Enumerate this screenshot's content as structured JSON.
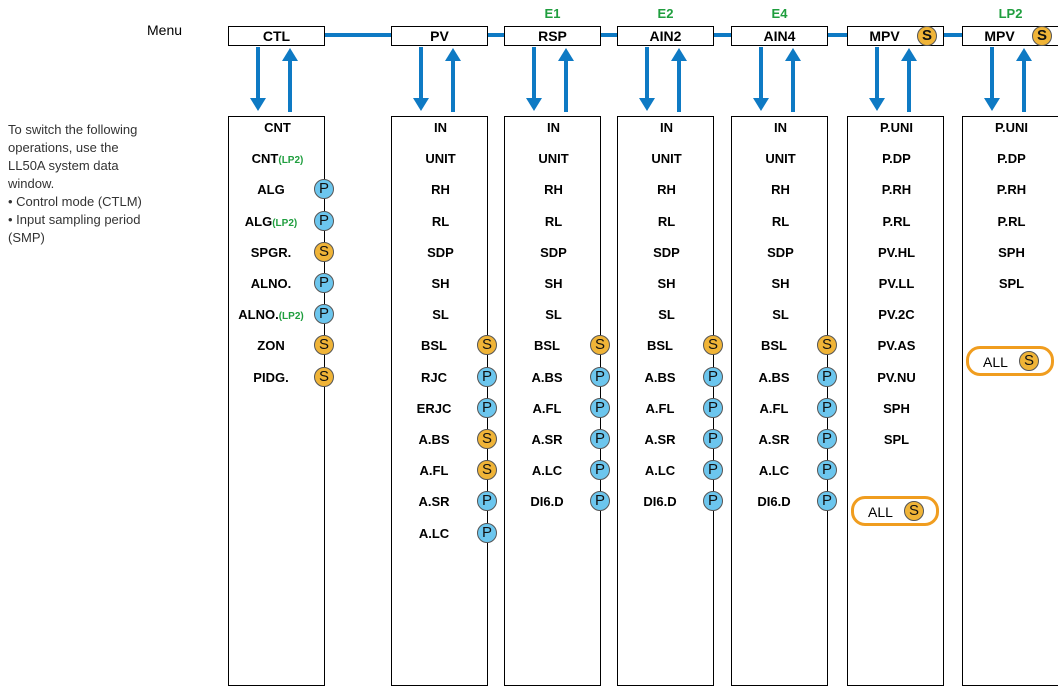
{
  "menu_label": "Menu",
  "note": {
    "lines": [
      "To switch the following",
      "operations, use the",
      "LL50A system data",
      "window.",
      "• Control mode (CTLM)",
      "• Input sampling period",
      "(SMP)"
    ]
  },
  "colors": {
    "accent": "#0e7ac4",
    "group": "#1f9e3e",
    "badge_p": "#6cc6ee",
    "badge_s": "#f0b437",
    "all_border": "#f09d1f"
  },
  "columns": [
    {
      "menu": "CTL",
      "group": "",
      "menu_badge": "",
      "items": [
        {
          "label": "CNT",
          "sub": "",
          "badge": ""
        },
        {
          "label": "CNT",
          "sub": "(LP2)",
          "badge": ""
        },
        {
          "label": "ALG",
          "sub": "",
          "badge": "P"
        },
        {
          "label": "ALG",
          "sub": "(LP2)",
          "badge": "P"
        },
        {
          "label": "SPGR.",
          "sub": "",
          "badge": "S"
        },
        {
          "label": "ALNO.",
          "sub": "",
          "badge": "P"
        },
        {
          "label": "ALNO.",
          "sub": "(LP2)",
          "badge": "P"
        },
        {
          "label": "ZON",
          "sub": "",
          "badge": "S"
        },
        {
          "label": "PIDG.",
          "sub": "",
          "badge": "S"
        }
      ],
      "all": ""
    },
    {
      "menu": "PV",
      "group": "",
      "menu_badge": "",
      "items": [
        {
          "label": "IN",
          "sub": "",
          "badge": ""
        },
        {
          "label": "UNIT",
          "sub": "",
          "badge": ""
        },
        {
          "label": "RH",
          "sub": "",
          "badge": ""
        },
        {
          "label": "RL",
          "sub": "",
          "badge": ""
        },
        {
          "label": "SDP",
          "sub": "",
          "badge": ""
        },
        {
          "label": "SH",
          "sub": "",
          "badge": ""
        },
        {
          "label": "SL",
          "sub": "",
          "badge": ""
        },
        {
          "label": "BSL",
          "sub": "",
          "badge": "S"
        },
        {
          "label": "RJC",
          "sub": "",
          "badge": "P"
        },
        {
          "label": "ERJC",
          "sub": "",
          "badge": "P"
        },
        {
          "label": "A.BS",
          "sub": "",
          "badge": "S"
        },
        {
          "label": "A.FL",
          "sub": "",
          "badge": "S"
        },
        {
          "label": "A.SR",
          "sub": "",
          "badge": "P"
        },
        {
          "label": "A.LC",
          "sub": "",
          "badge": "P"
        }
      ],
      "all": ""
    },
    {
      "menu": "RSP",
      "group": "E1",
      "menu_badge": "",
      "items": [
        {
          "label": "IN",
          "sub": "",
          "badge": ""
        },
        {
          "label": "UNIT",
          "sub": "",
          "badge": ""
        },
        {
          "label": "RH",
          "sub": "",
          "badge": ""
        },
        {
          "label": "RL",
          "sub": "",
          "badge": ""
        },
        {
          "label": "SDP",
          "sub": "",
          "badge": ""
        },
        {
          "label": "SH",
          "sub": "",
          "badge": ""
        },
        {
          "label": "SL",
          "sub": "",
          "badge": ""
        },
        {
          "label": "BSL",
          "sub": "",
          "badge": "S"
        },
        {
          "label": "A.BS",
          "sub": "",
          "badge": "P"
        },
        {
          "label": "A.FL",
          "sub": "",
          "badge": "P"
        },
        {
          "label": "A.SR",
          "sub": "",
          "badge": "P"
        },
        {
          "label": "A.LC",
          "sub": "",
          "badge": "P"
        },
        {
          "label": "DI6.D",
          "sub": "",
          "badge": "P"
        }
      ],
      "all": ""
    },
    {
      "menu": "AIN2",
      "group": "E2",
      "menu_badge": "",
      "items": [
        {
          "label": "IN",
          "sub": "",
          "badge": ""
        },
        {
          "label": "UNIT",
          "sub": "",
          "badge": ""
        },
        {
          "label": "RH",
          "sub": "",
          "badge": ""
        },
        {
          "label": "RL",
          "sub": "",
          "badge": ""
        },
        {
          "label": "SDP",
          "sub": "",
          "badge": ""
        },
        {
          "label": "SH",
          "sub": "",
          "badge": ""
        },
        {
          "label": "SL",
          "sub": "",
          "badge": ""
        },
        {
          "label": "BSL",
          "sub": "",
          "badge": "S"
        },
        {
          "label": "A.BS",
          "sub": "",
          "badge": "P"
        },
        {
          "label": "A.FL",
          "sub": "",
          "badge": "P"
        },
        {
          "label": "A.SR",
          "sub": "",
          "badge": "P"
        },
        {
          "label": "A.LC",
          "sub": "",
          "badge": "P"
        },
        {
          "label": "DI6.D",
          "sub": "",
          "badge": "P"
        }
      ],
      "all": ""
    },
    {
      "menu": "AIN4",
      "group": "E4",
      "menu_badge": "",
      "items": [
        {
          "label": "IN",
          "sub": "",
          "badge": ""
        },
        {
          "label": "UNIT",
          "sub": "",
          "badge": ""
        },
        {
          "label": "RH",
          "sub": "",
          "badge": ""
        },
        {
          "label": "RL",
          "sub": "",
          "badge": ""
        },
        {
          "label": "SDP",
          "sub": "",
          "badge": ""
        },
        {
          "label": "SH",
          "sub": "",
          "badge": ""
        },
        {
          "label": "SL",
          "sub": "",
          "badge": ""
        },
        {
          "label": "BSL",
          "sub": "",
          "badge": "S"
        },
        {
          "label": "A.BS",
          "sub": "",
          "badge": "P"
        },
        {
          "label": "A.FL",
          "sub": "",
          "badge": "P"
        },
        {
          "label": "A.SR",
          "sub": "",
          "badge": "P"
        },
        {
          "label": "A.LC",
          "sub": "",
          "badge": "P"
        },
        {
          "label": "DI6.D",
          "sub": "",
          "badge": "P"
        }
      ],
      "all": ""
    },
    {
      "menu": "MPV",
      "group": "",
      "menu_badge": "S",
      "items": [
        {
          "label": "P.UNI",
          "sub": "",
          "badge": ""
        },
        {
          "label": "P.DP",
          "sub": "",
          "badge": ""
        },
        {
          "label": "P.RH",
          "sub": "",
          "badge": ""
        },
        {
          "label": "P.RL",
          "sub": "",
          "badge": ""
        },
        {
          "label": "PV.HL",
          "sub": "",
          "badge": ""
        },
        {
          "label": "PV.LL",
          "sub": "",
          "badge": ""
        },
        {
          "label": "PV.2C",
          "sub": "",
          "badge": ""
        },
        {
          "label": "PV.AS",
          "sub": "",
          "badge": ""
        },
        {
          "label": "PV.NU",
          "sub": "",
          "badge": ""
        },
        {
          "label": "SPH",
          "sub": "",
          "badge": ""
        },
        {
          "label": "SPL",
          "sub": "",
          "badge": ""
        }
      ],
      "all": "ALL"
    },
    {
      "menu": "MPV",
      "group": "LP2",
      "menu_badge": "S",
      "items": [
        {
          "label": "P.UNI",
          "sub": "",
          "badge": ""
        },
        {
          "label": "P.DP",
          "sub": "",
          "badge": ""
        },
        {
          "label": "P.RH",
          "sub": "",
          "badge": ""
        },
        {
          "label": "P.RL",
          "sub": "",
          "badge": ""
        },
        {
          "label": "SPH",
          "sub": "",
          "badge": ""
        },
        {
          "label": "SPL",
          "sub": "",
          "badge": ""
        }
      ],
      "all": "ALL"
    }
  ]
}
